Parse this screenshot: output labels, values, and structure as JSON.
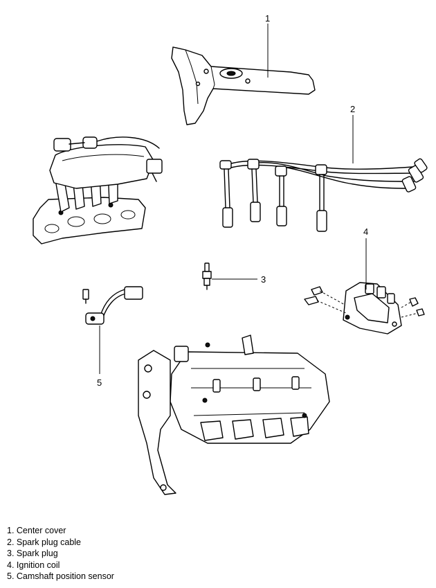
{
  "callouts": [
    {
      "num": "1"
    },
    {
      "num": "2"
    },
    {
      "num": "3"
    },
    {
      "num": "4"
    },
    {
      "num": "5"
    }
  ],
  "legend": [
    "1. Center cover",
    "2. Spark plug cable",
    "3. Spark plug",
    "4. Ignition coil",
    "5. Camshaft position sensor"
  ]
}
